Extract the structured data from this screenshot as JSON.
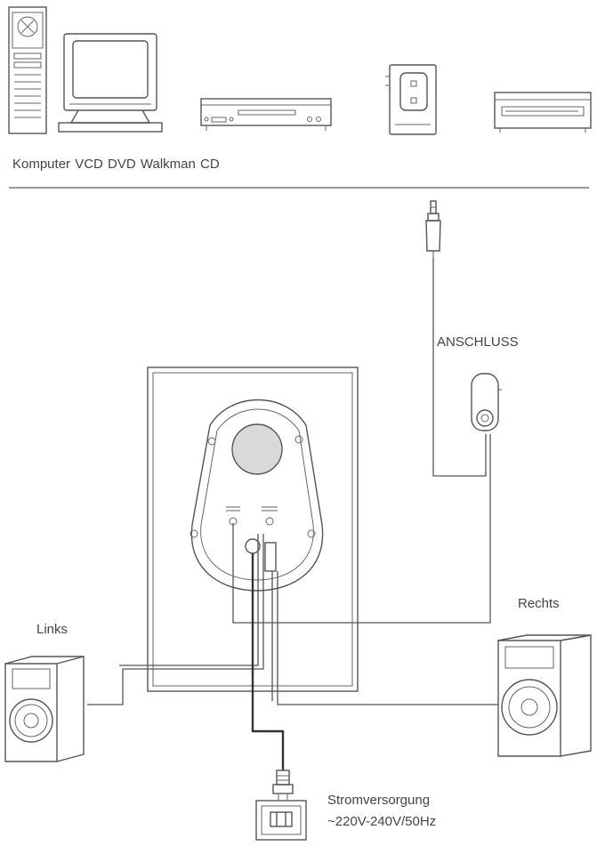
{
  "sources_label": "Komputer  VCD DVD   Walkman  CD",
  "labels": {
    "anschluss": "ANSCHLUSS",
    "links": "Links",
    "rechts": "Rechts",
    "power_title": "Stromversorgung",
    "power_spec": "~220V-240V/50Hz"
  },
  "icons": [
    "computer-tower-icon",
    "crt-monitor-icon",
    "dvd-player-icon",
    "walkman-icon",
    "cd-player-icon",
    "audio-jack-icon",
    "volume-knob-icon",
    "left-speaker-icon",
    "right-speaker-icon",
    "power-plug-icon",
    "power-socket-icon"
  ]
}
